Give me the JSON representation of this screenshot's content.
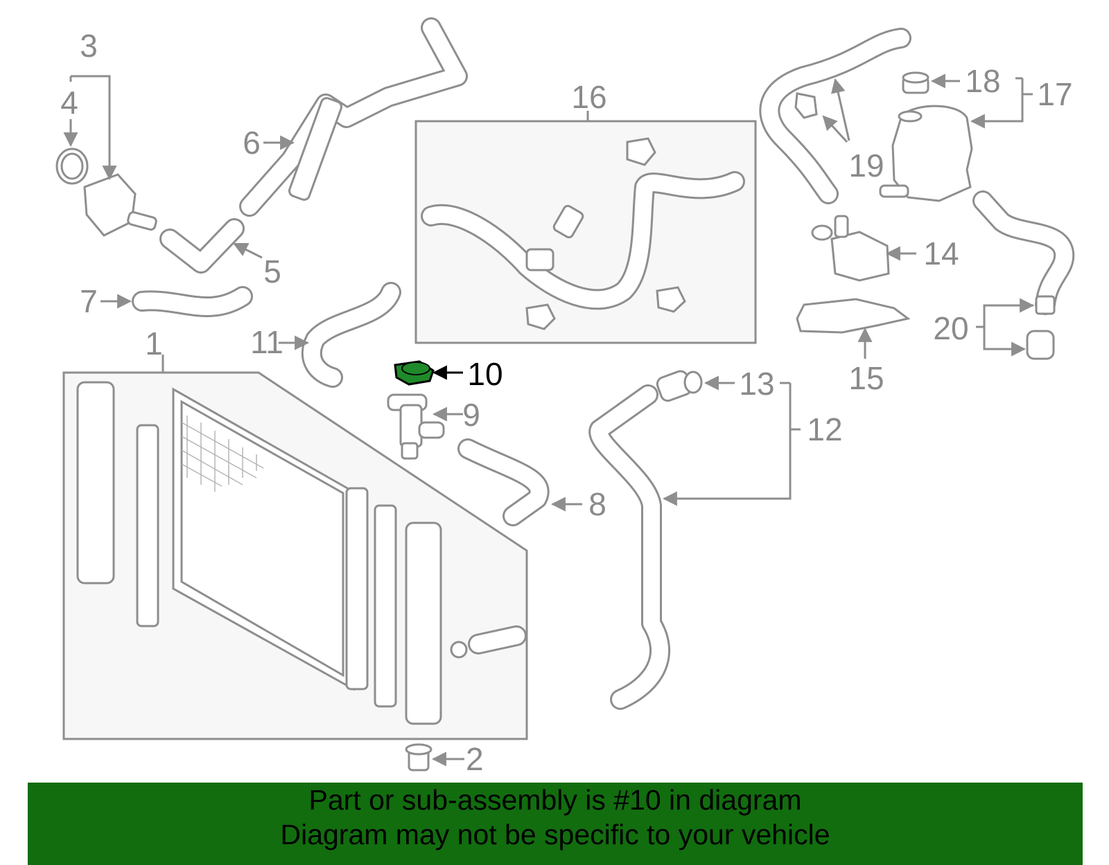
{
  "callouts": {
    "c1": "1",
    "c2": "2",
    "c3": "3",
    "c4": "4",
    "c5": "5",
    "c6": "6",
    "c7": "7",
    "c8": "8",
    "c9": "9",
    "c10": "10",
    "c11": "11",
    "c12": "12",
    "c13": "13",
    "c14": "14",
    "c15": "15",
    "c16": "16",
    "c17": "17",
    "c18": "18",
    "c19": "19",
    "c20": "20"
  },
  "highlight": {
    "part": "10",
    "color": "#1f8a2a"
  },
  "banner": {
    "line1": "Part or sub-assembly is #10 in diagram",
    "line2": "Diagram may not be specific to your vehicle",
    "background": "#126d0f"
  }
}
